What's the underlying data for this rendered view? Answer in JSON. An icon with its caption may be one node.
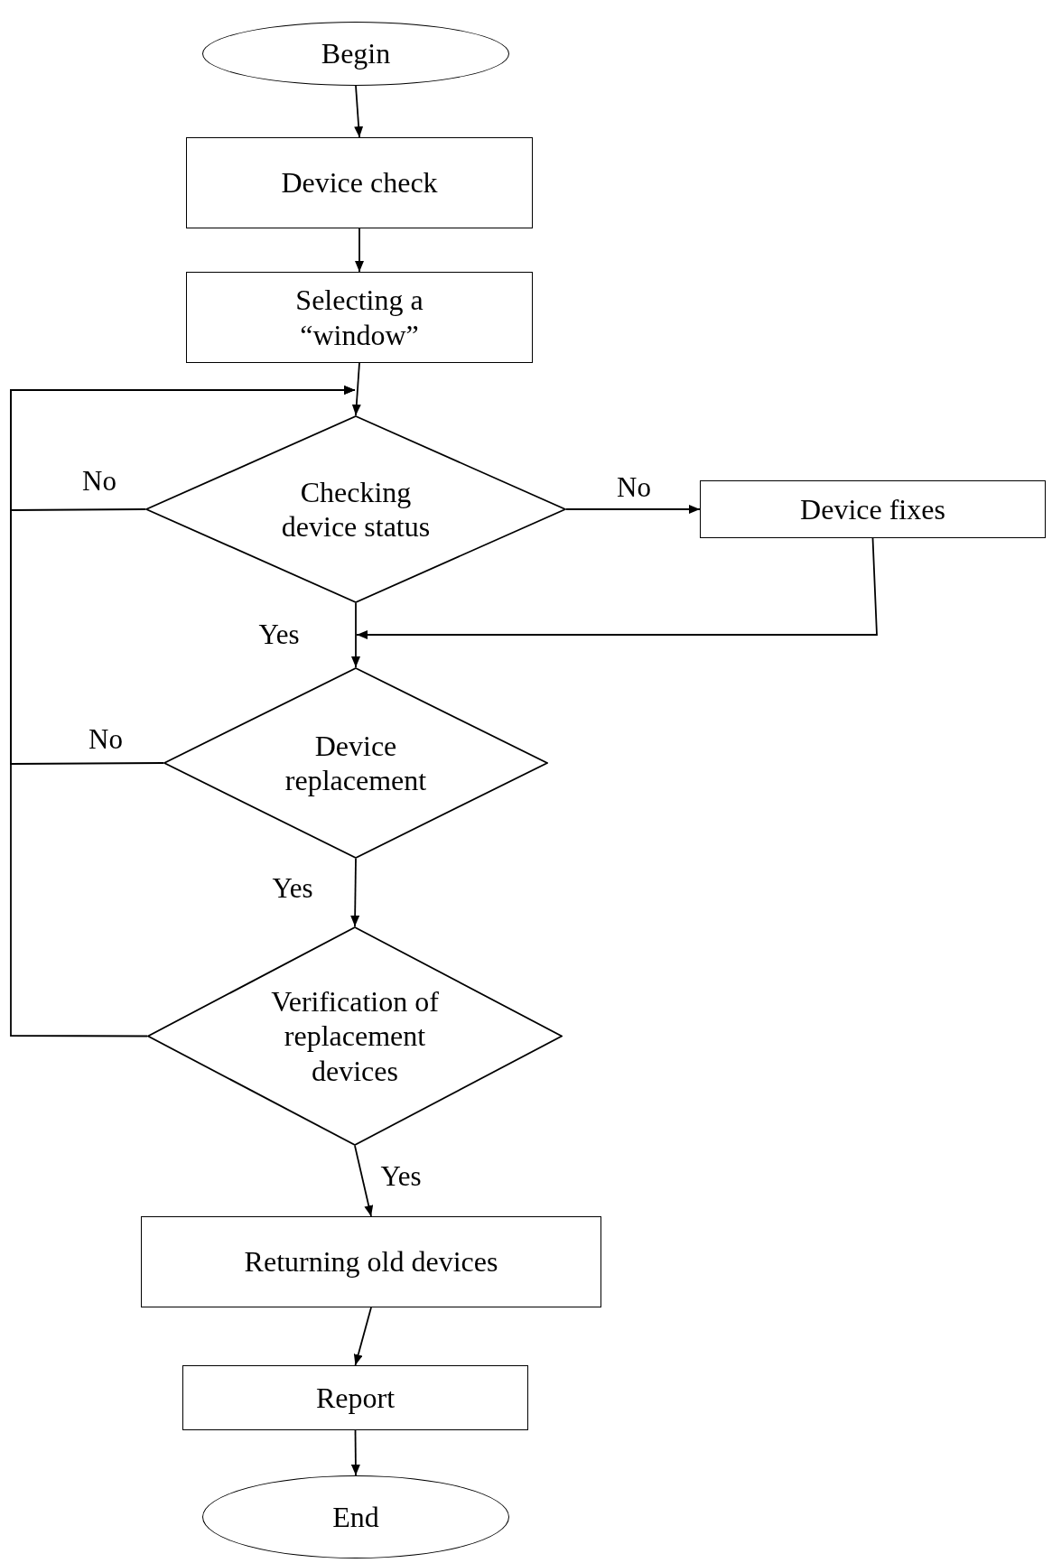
{
  "diagram": {
    "nodes": [
      {
        "text": [
          "Begin"
        ]
      },
      {
        "text": [
          "Device check"
        ]
      },
      {
        "text": [
          "Selecting a “window”"
        ]
      },
      {
        "text": [
          "Checking device status"
        ]
      },
      {
        "text": [
          "Device fixes"
        ]
      },
      {
        "text": [
          "Device replacement"
        ]
      },
      {
        "text": [
          "Verification of replacement devices"
        ]
      },
      {
        "text": [
          "Returning old devices"
        ]
      },
      {
        "text": [
          "Report"
        ]
      },
      {
        "text": [
          "End"
        ]
      }
    ],
    "edges": [
      {
        "from": 0,
        "to": 1,
        "arrow": "to"
      },
      {
        "from": 1,
        "to": 2,
        "arrow": "to"
      },
      {
        "from": 2,
        "to": 3,
        "arrow": "to"
      },
      {
        "from": 3,
        "to": 4,
        "arrow": "to",
        "label": "No"
      },
      {
        "from": 3,
        "to": 5,
        "arrow": "to",
        "label": "Yes"
      },
      {
        "from": 4,
        "to": 5,
        "arrow": "to"
      },
      {
        "from": 3,
        "to": 3,
        "arrow": "to",
        "label": "No"
      },
      {
        "from": 5,
        "to": 3,
        "arrow": "to",
        "label": "No"
      },
      {
        "from": 5,
        "to": 6,
        "arrow": "to",
        "label": "Yes"
      },
      {
        "from": 6,
        "to": 3,
        "arrow": "to"
      },
      {
        "from": 6,
        "to": 7,
        "arrow": "to",
        "label": "Yes"
      },
      {
        "from": 7,
        "to": 8,
        "arrow": "to"
      },
      {
        "from": 8,
        "to": 9,
        "arrow": "to"
      }
    ]
  }
}
